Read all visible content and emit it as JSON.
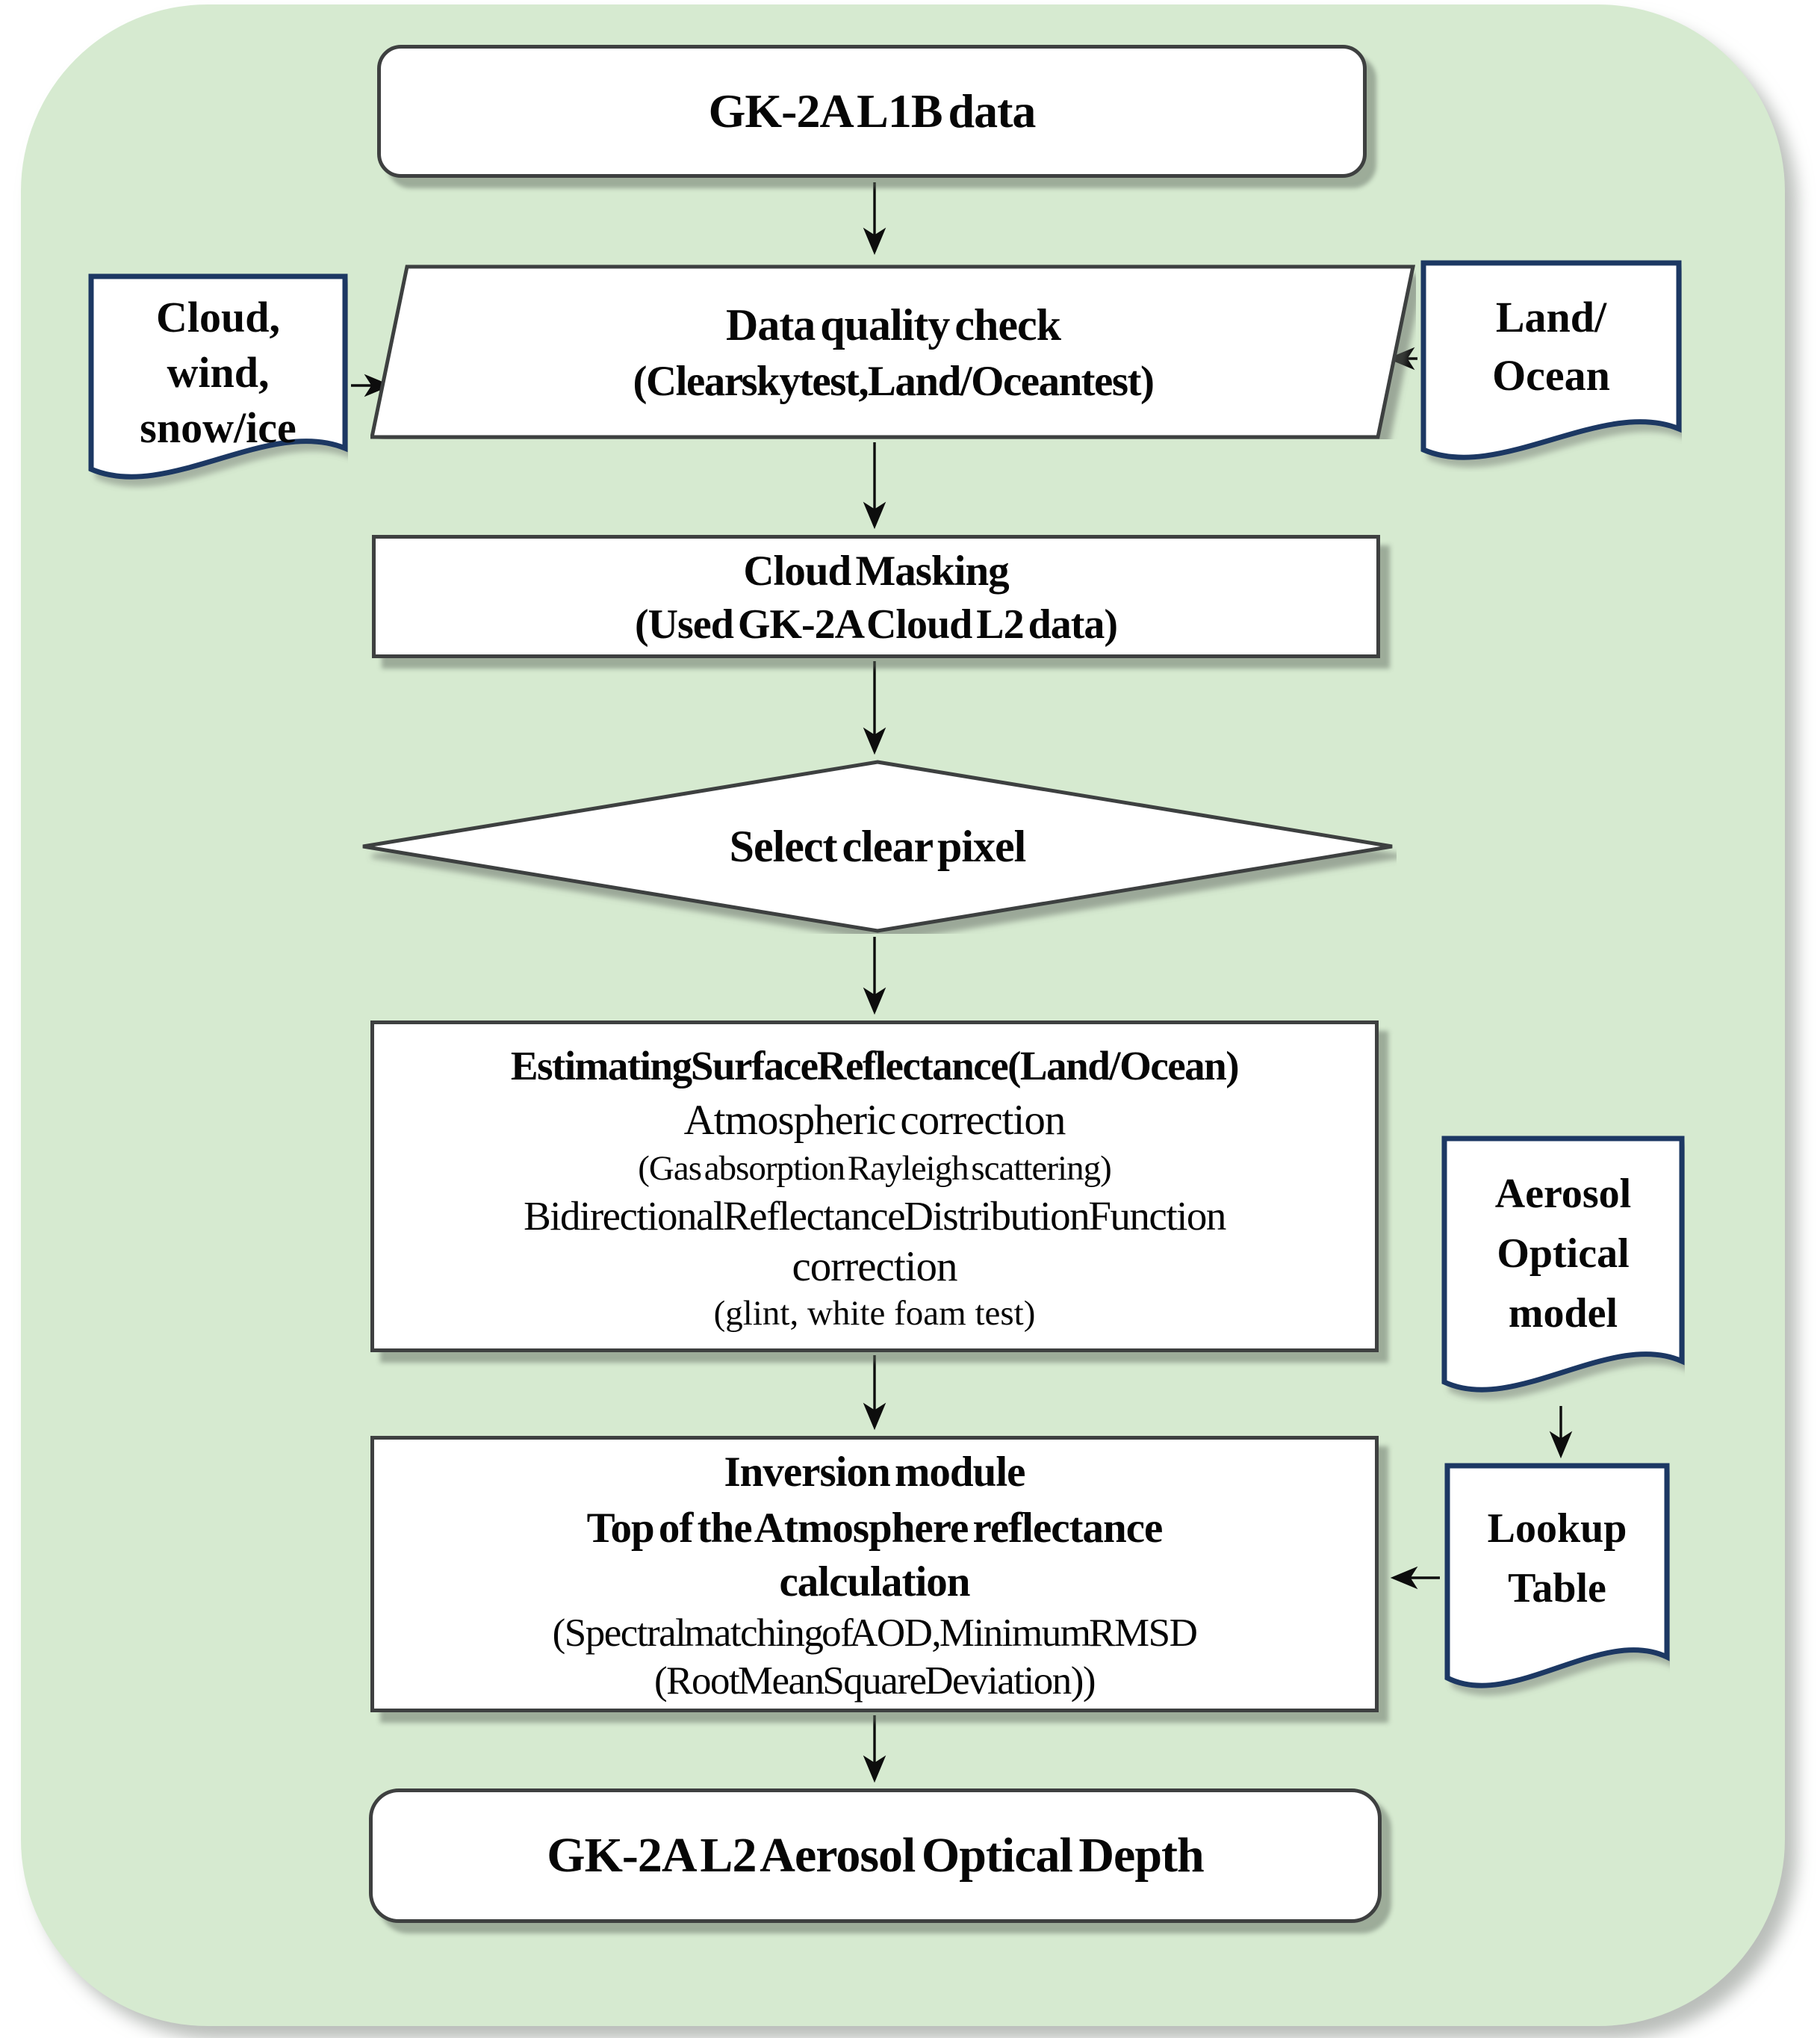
{
  "colors": {
    "panel_background": "#d6ead0",
    "box_border": "#3e4040",
    "document_border": "#1c3864",
    "arrow": "#0d0d0d",
    "text": "#060606",
    "shape_fill": "#ffffff"
  },
  "nodes": {
    "l1b": {
      "label": "GK-2A L1B data"
    },
    "quality": {
      "line1": "Data quality check",
      "line2": "(Clear sky test, Land/Ocean test)"
    },
    "cloud_doc": {
      "line1": "Cloud,",
      "line2": "wind,",
      "line3": "snow/ice"
    },
    "land_doc": {
      "line1": "Land/",
      "line2": "Ocean"
    },
    "masking": {
      "line1": "Cloud Masking",
      "line2": "(Used GK-2A Cloud L2 data)"
    },
    "select_pixel": {
      "label": "Select clear pixel"
    },
    "surface": {
      "line1": "Estimating Surface Reflectance(Land/Ocean)",
      "line2": "Atmospheric correction",
      "line3": "(Gas absorption Rayleigh scattering)",
      "line4": "Bidirectional Reflectance Distribution Function",
      "line5": "correction",
      "line6": "(glint, white foam test)"
    },
    "aerosol_doc": {
      "line1": "Aerosol",
      "line2": "Optical",
      "line3": "model"
    },
    "lookup_doc": {
      "line1": "Lookup",
      "line2": "Table"
    },
    "inversion": {
      "line1": "Inversion module",
      "line2": "Top of the Atmosphere reflectance",
      "line3": "calculation",
      "line4": "(Spectral matching of AOD, Minimum RMSD",
      "line5": "(Root Mean Square Deviation))"
    },
    "output": {
      "label": "GK-2A L2 Aerosol Optical Depth"
    }
  }
}
